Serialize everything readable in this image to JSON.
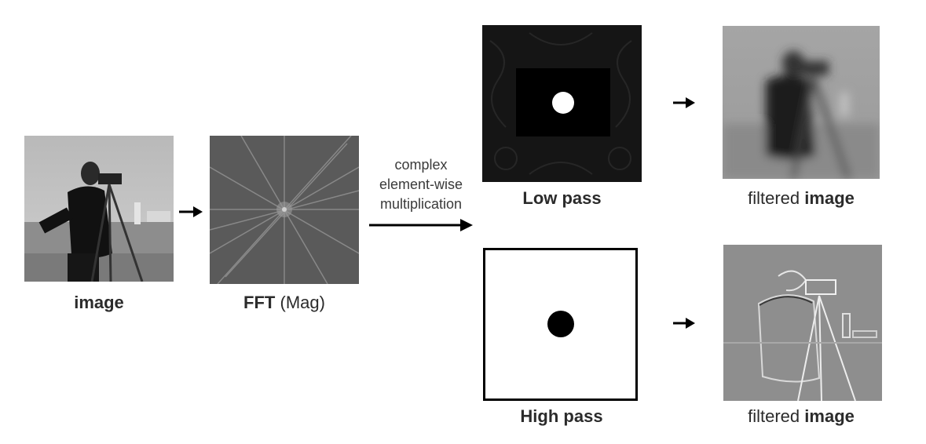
{
  "captions": {
    "image": "image",
    "fft_bold": "FFT",
    "fft_rest": " (Mag)",
    "low_pass": "Low pass",
    "high_pass": "High pass",
    "filtered_prefix": "filtered ",
    "filtered_bold": "image"
  },
  "operation": {
    "line1": "complex",
    "line2": "element-wise",
    "line3": "multiplication"
  },
  "icons": [
    "photo-image",
    "fft-magnitude-image",
    "low-pass-mask",
    "high-pass-mask",
    "filtered-blurred-image",
    "filtered-edge-image",
    "right-arrow"
  ]
}
